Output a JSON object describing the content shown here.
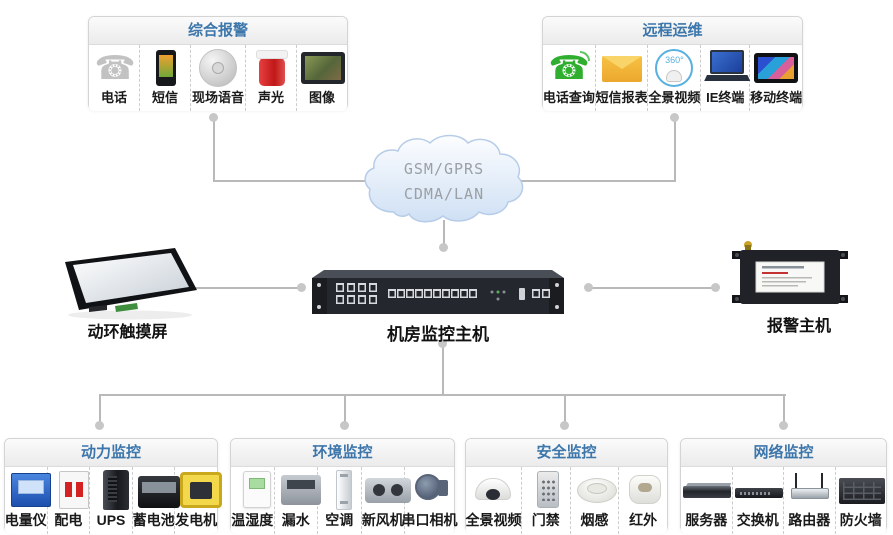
{
  "colors": {
    "title_blue": "#3c76ab",
    "connector": "#b9b9b9",
    "cloud_text": "#9aa0a4"
  },
  "glyphs": {
    "desk_phone": "☎",
    "green_phone": "☎"
  },
  "cloud": {
    "line1": "GSM/GPRS",
    "line2": "CDMA/LAN"
  },
  "hosts": {
    "left_label": "动环触摸屏",
    "center_label": "机房监控主机",
    "right_label": "报警主机"
  },
  "groups": {
    "alarm": {
      "title": "综合报警",
      "items": [
        {
          "label": "电话",
          "icon": "desk-phone"
        },
        {
          "label": "短信",
          "icon": "mobile-phone"
        },
        {
          "label": "现场语音",
          "icon": "ceiling-speaker"
        },
        {
          "label": "声光",
          "icon": "sound-light-siren"
        },
        {
          "label": "图像",
          "icon": "image-monitor"
        }
      ]
    },
    "remote": {
      "title": "远程运维",
      "items": [
        {
          "label": "电话查询",
          "icon": "phone-query"
        },
        {
          "label": "短信报表",
          "icon": "sms-report-envelope"
        },
        {
          "label": "全景视频",
          "icon": "panoramic-camera",
          "badge": "360°"
        },
        {
          "label": "IE终端",
          "icon": "ie-terminal-laptop"
        },
        {
          "label": "移动终端",
          "icon": "mobile-terminal-tablet"
        }
      ]
    },
    "power": {
      "title": "动力监控",
      "items": [
        {
          "label": "电量仪",
          "icon": "power-meter"
        },
        {
          "label": "配电",
          "icon": "distribution-breaker"
        },
        {
          "label": "UPS",
          "icon": "ups-tower"
        },
        {
          "label": "蓄电池",
          "icon": "battery"
        },
        {
          "label": "发电机",
          "icon": "generator"
        }
      ]
    },
    "environment": {
      "title": "环境监控",
      "items": [
        {
          "label": "温湿度",
          "icon": "temp-humidity-sensor"
        },
        {
          "label": "漏水",
          "icon": "water-leak-module"
        },
        {
          "label": "空调",
          "icon": "air-conditioner"
        },
        {
          "label": "新风机",
          "icon": "fresh-air-unit"
        },
        {
          "label": "串口相机",
          "icon": "serial-camera"
        }
      ]
    },
    "security": {
      "title": "安全监控",
      "items": [
        {
          "label": "全景视频",
          "icon": "dome-camera"
        },
        {
          "label": "门禁",
          "icon": "access-keypad"
        },
        {
          "label": "烟感",
          "icon": "smoke-detector"
        },
        {
          "label": "红外",
          "icon": "infrared-sensor"
        }
      ]
    },
    "network": {
      "title": "网络监控",
      "items": [
        {
          "label": "服务器",
          "icon": "server"
        },
        {
          "label": "交换机",
          "icon": "switch"
        },
        {
          "label": "路由器",
          "icon": "router"
        },
        {
          "label": "防火墙",
          "icon": "firewall"
        }
      ]
    }
  }
}
